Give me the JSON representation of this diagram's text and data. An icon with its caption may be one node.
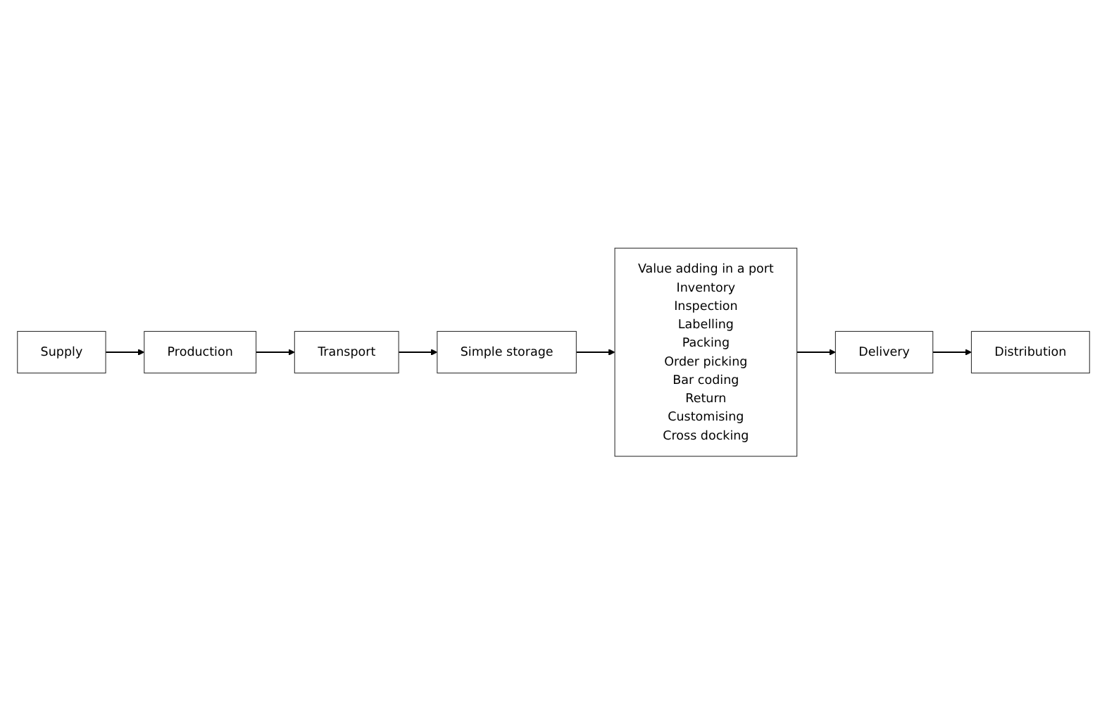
{
  "diagram": {
    "nodes": [
      {
        "text": [
          "Supply"
        ]
      },
      {
        "text": [
          "Production"
        ]
      },
      {
        "text": [
          "Transport"
        ]
      },
      {
        "text": [
          "Simple storage"
        ]
      },
      {
        "text": [
          "Value adding in a port",
          "Inventory",
          "Inspection",
          "Labelling",
          "Packing",
          "Order picking",
          "Bar coding",
          "Return",
          "Customising",
          "Cross docking"
        ]
      },
      {
        "text": [
          "Delivery"
        ]
      },
      {
        "text": [
          "Distribution"
        ]
      }
    ],
    "edges": [
      {
        "from": 0,
        "to": 1,
        "arrow": "to"
      },
      {
        "from": 1,
        "to": 2,
        "arrow": "to"
      },
      {
        "from": 2,
        "to": 3,
        "arrow": "to"
      },
      {
        "from": 3,
        "to": 4,
        "arrow": "to"
      },
      {
        "from": 4,
        "to": 5,
        "arrow": "to"
      },
      {
        "from": 5,
        "to": 6,
        "arrow": "to"
      }
    ]
  }
}
